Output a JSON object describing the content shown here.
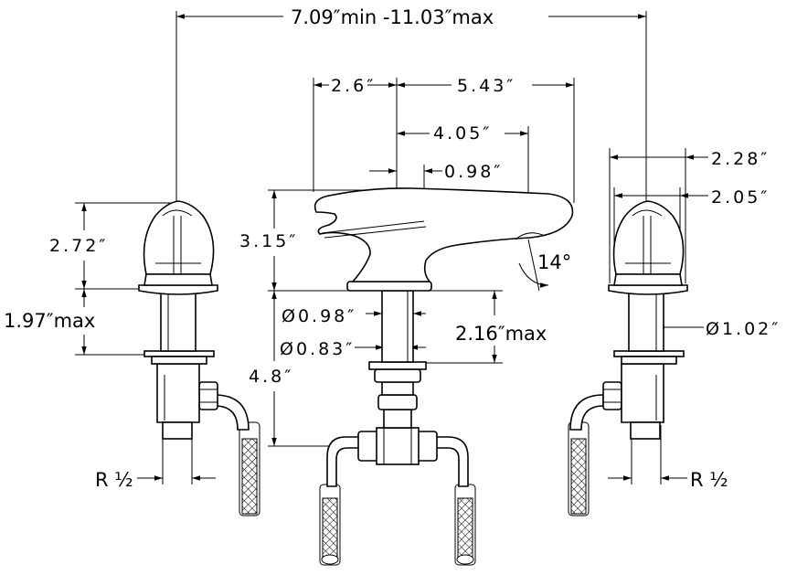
{
  "dimensions": {
    "spread": "7.09″min -11.03″max",
    "handle_offset": "2.6″",
    "spout_reach": "5.43″",
    "aerator_reach": "4.05″",
    "spout_base": "0.98″",
    "spout_height": "3.15″",
    "angle": "14°",
    "handle_height": "2.72″",
    "deck_thickness_left": "1.97″max",
    "shank_diameter": "Ø0.98″",
    "inner_diameter": "Ø0.83″",
    "deck_thickness_center": "2.16″max",
    "total_height": "4.8″",
    "flange_outer": "2.28″",
    "flange_inner": "2.05″",
    "valve_diameter": "Ø1.02″",
    "thread_left": "R ½",
    "thread_right": "R ½"
  }
}
